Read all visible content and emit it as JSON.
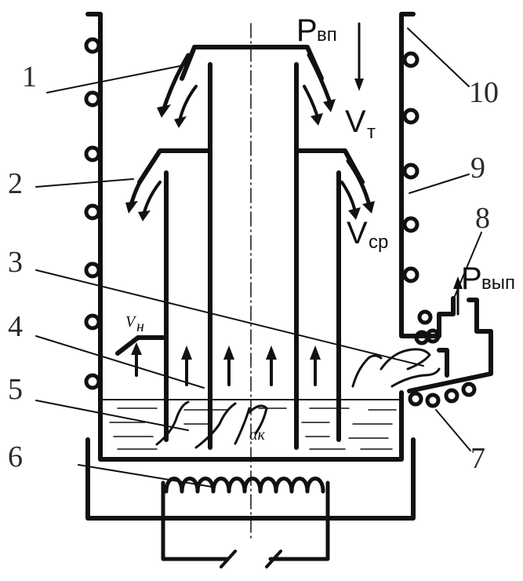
{
  "labels": {
    "n1": "1",
    "n2": "2",
    "n3": "3",
    "n4": "4",
    "n5": "5",
    "n6": "6",
    "n7": "7",
    "n8": "8",
    "n9": "9",
    "n10": "10"
  },
  "symbols": {
    "p_vp_main": "P",
    "p_vp_sub": "вп",
    "v_t_main": "V",
    "v_t_sub": "т",
    "v_sr_main": "V",
    "v_sr_sub": "ср",
    "p_vyp_main": "P",
    "p_vyp_sub": "вып",
    "v_n_main": "V",
    "v_n_sub": "н",
    "alpha_k": "αк"
  }
}
